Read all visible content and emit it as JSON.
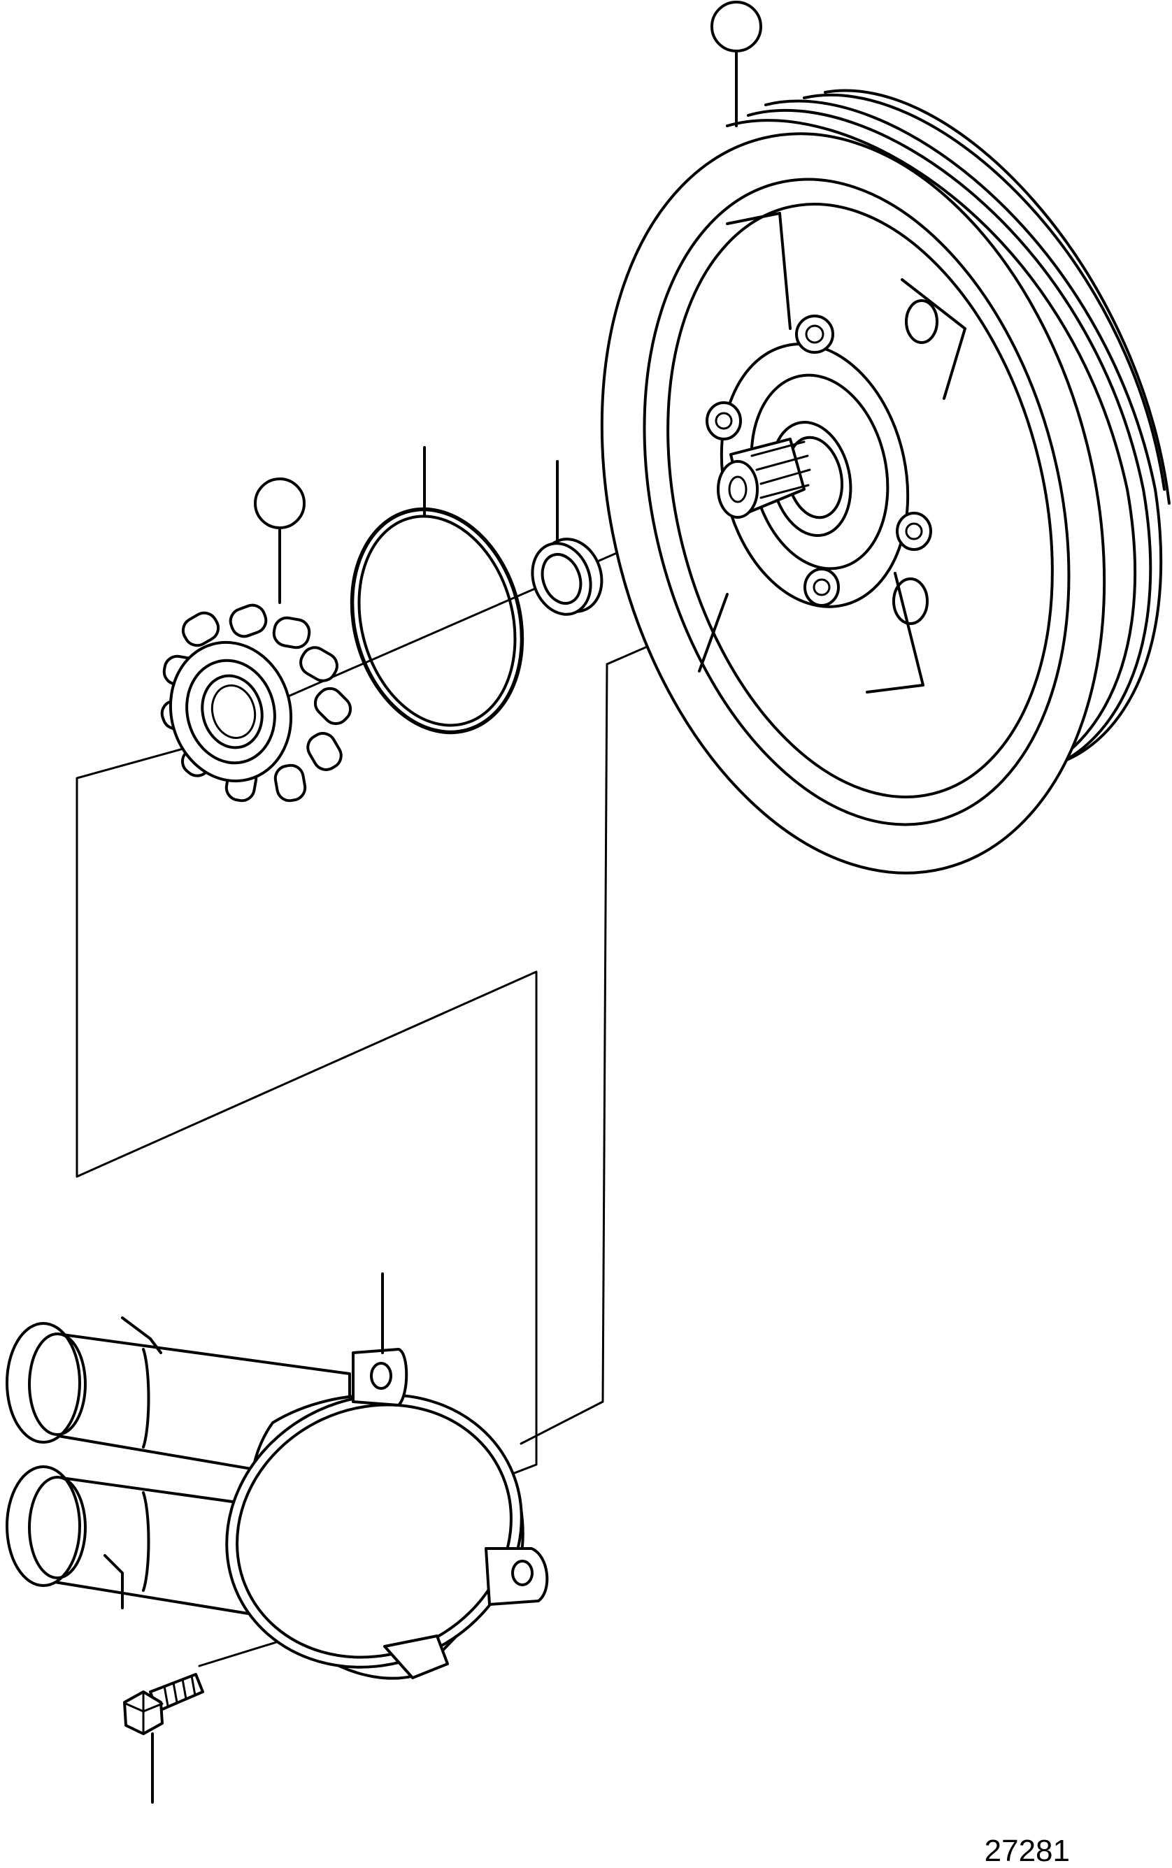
{
  "figure": {
    "number": "27281"
  },
  "callouts": [
    {
      "id": "callout-pulley",
      "label": ""
    },
    {
      "id": "callout-impeller",
      "label": ""
    },
    {
      "id": "callout-o-ring",
      "label": ""
    },
    {
      "id": "callout-seal-ring",
      "label": ""
    },
    {
      "id": "callout-pump-housing",
      "label": ""
    },
    {
      "id": "callout-screw",
      "label": ""
    }
  ],
  "parts": [
    {
      "id": "pulley",
      "icon": "pulley-icon"
    },
    {
      "id": "impeller",
      "icon": "impeller-icon"
    },
    {
      "id": "o-ring",
      "icon": "o-ring-icon"
    },
    {
      "id": "seal-ring",
      "icon": "seal-ring-icon"
    },
    {
      "id": "pump-housing",
      "icon": "pump-housing-icon"
    },
    {
      "id": "screw",
      "icon": "screw-icon"
    }
  ]
}
